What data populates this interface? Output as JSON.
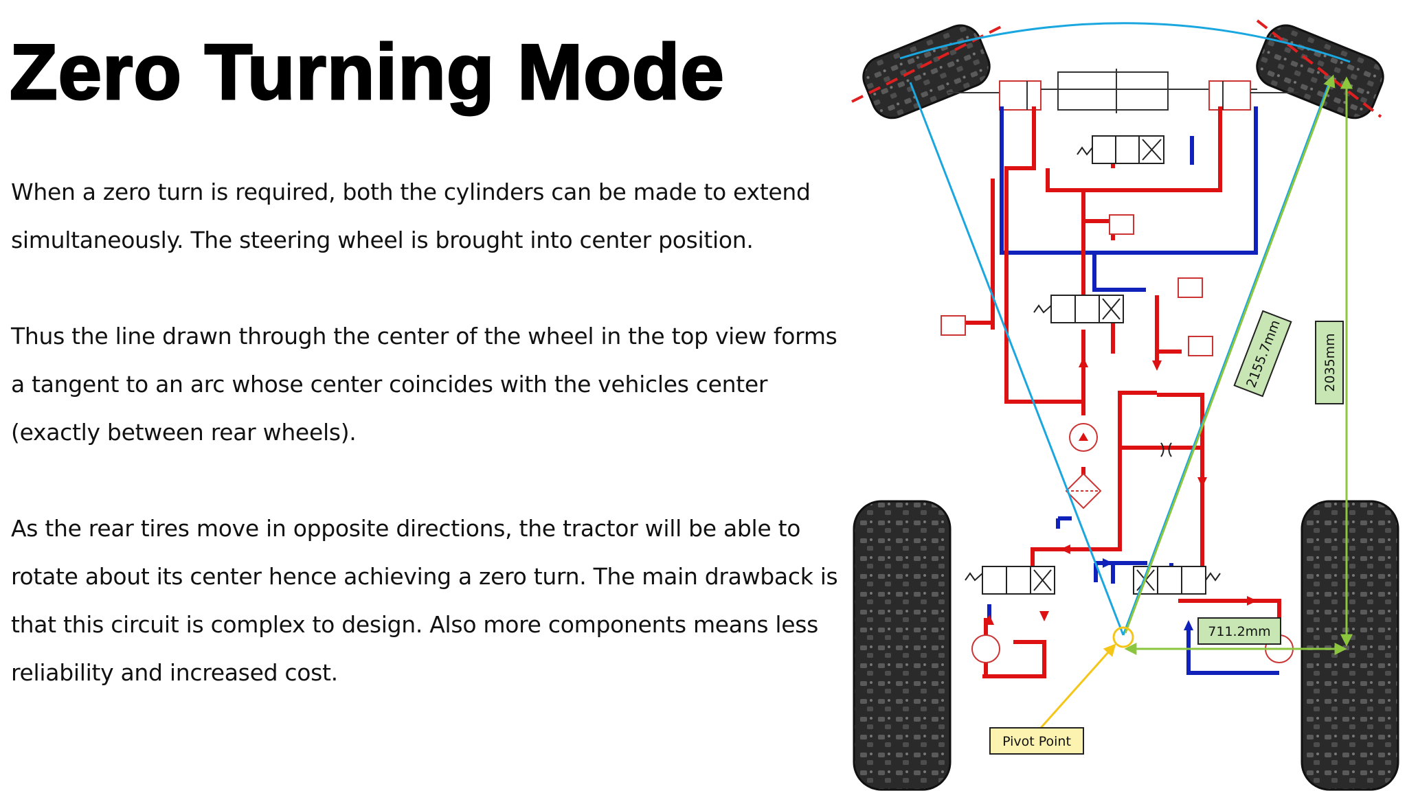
{
  "slide": {
    "title": "Zero Turning Mode",
    "paragraphs": [
      "When a zero turn is required, both the cylinders can be made to extend simultaneously. The steering wheel is brought into center position.",
      "Thus the line drawn through the center of the wheel in the top view forms a tangent to an arc whose center coincides with the vehicles center (exactly between rear wheels).",
      "As the rear tires move in opposite directions, the tractor will be able to rotate about its center hence achieving a zero turn. The main drawback is that this circuit is complex to design. Also more components means less reliability and increased cost."
    ]
  },
  "diagram": {
    "labels": {
      "diagonal": "2155.7mm",
      "vertical": "2035mm",
      "horizontal": "711.2mm",
      "pivot": "Pivot Point"
    },
    "colors": {
      "pressure_line": "#dd1111",
      "return_line": "#1122bb",
      "arc_line": "#1aa7e0",
      "dimension_line": "#8cc63f",
      "pivot_marker": "#f5c518",
      "label_fill": "#c8e6b4",
      "pivot_label_fill": "#fdf3b0"
    }
  }
}
